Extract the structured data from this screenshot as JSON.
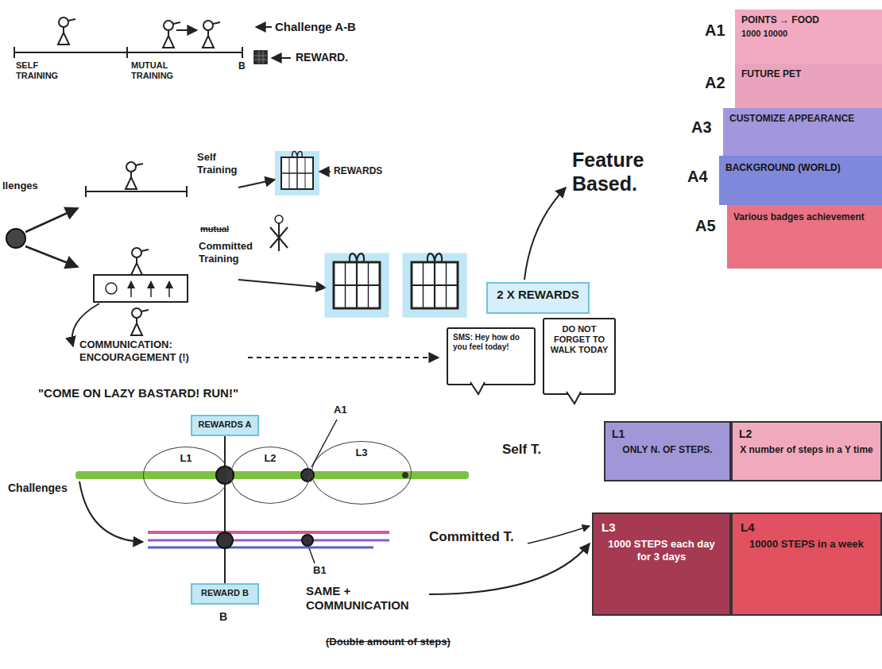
{
  "diagram": {
    "nodes": [
      {
        "text": [
          "2 X REWARDS"
        ]
      },
      {
        "text": [
          "SMS: Hey how do you feel today!"
        ]
      },
      {
        "text": [
          "DO NOT FORGET TO WALK TODAY"
        ]
      },
      {
        "text": [
          "A1",
          "POINTS → FOOD",
          "1000 10000"
        ]
      },
      {
        "text": [
          "A2",
          "FUTURE PET"
        ]
      },
      {
        "text": [
          "A3",
          "CUSTOMIZE APPEARANCE"
        ]
      },
      {
        "text": [
          "A4",
          "BACKGROUND (WORLD)"
        ]
      },
      {
        "text": [
          "A5",
          "Various badges achievement"
        ]
      },
      {
        "text": [
          "L1",
          "ONLY N. OF STEPS."
        ]
      },
      {
        "text": [
          "L2",
          "X number of steps in a Y time"
        ]
      },
      {
        "text": [
          "L3",
          "1000 STEPS each day for 3 days"
        ]
      },
      {
        "text": [
          "L4",
          "10000 STEPS in a week"
        ]
      },
      {
        "text": [
          "REWARDS A"
        ]
      },
      {
        "text": [
          "L1"
        ]
      },
      {
        "text": [
          "L2"
        ]
      },
      {
        "text": [
          "L3"
        ]
      },
      {
        "text": [
          "REWARD B"
        ]
      }
    ],
    "labels": [
      "SELF TRAINING",
      "MUTUAL TRAINING",
      "B",
      "Challenge A-B",
      "REWARD.",
      "llenges",
      "Self Training",
      "REWARDS",
      "mutual",
      "Committed Training",
      "Feature Based.",
      "COMMUNICATION: ENCOURAGEMENT (!)",
      "\"COME ON LAZY BASTARD! RUN!\"",
      "Self T.",
      "Committed T.",
      "Challenges",
      "A1",
      "B1",
      "B",
      "SAME + COMMUNICATION",
      "(Double amount of steps)"
    ]
  }
}
